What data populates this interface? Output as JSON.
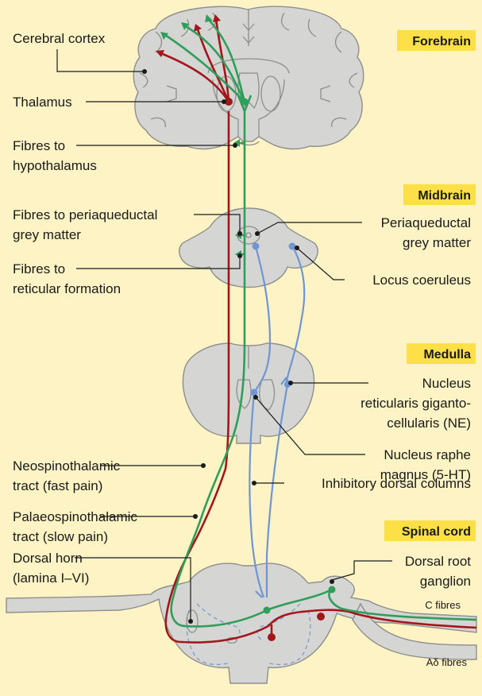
{
  "sections": {
    "forebrain": "Forebrain",
    "midbrain": "Midbrain",
    "medulla": "Medulla",
    "spinal_cord": "Spinal cord"
  },
  "labels": {
    "cerebral_cortex": "Cerebral cortex",
    "thalamus": "Thalamus",
    "fibres_hypothalamus_1": "Fibres to",
    "fibres_hypothalamus_2": "hypothalamus",
    "fibres_pag_1": "Fibres to periaqueductal",
    "fibres_pag_2": "grey matter",
    "fibres_reticular_1": "Fibres to",
    "fibres_reticular_2": "reticular formation",
    "pag_1": "Periaqueductal",
    "pag_2": "grey matter",
    "locus_coeruleus": "Locus coeruleus",
    "nrg_1": "Nucleus",
    "nrg_2": "reticularis giganto-",
    "nrg_3": "cellularis (NE)",
    "raphe_1": "Nucleus raphe",
    "raphe_2": "magnus (5-HT)",
    "inhibitory_columns": "Inhibitory dorsal columns",
    "neospinothalamic_1": "Neospinothalamic",
    "neospinothalamic_2": "tract (fast pain)",
    "palaeospinothalamic_1": "Palaeospinothalamic",
    "palaeospinothalamic_2": "tract (slow pain)",
    "dorsal_horn_1": "Dorsal horn",
    "dorsal_horn_2": "(lamina I–VI)",
    "drg_1": "Dorsal root",
    "drg_2": "ganglion",
    "c_fibres": "C fibres",
    "adelta_fibres": "Aδ fibres"
  },
  "colors": {
    "background": "#fdf3c4",
    "section_highlight": "#fde047",
    "tissue": "#d5d5d3",
    "red_tract": "#a3161b",
    "green_tract": "#2f9e5a",
    "blue_tract": "#6f96d4"
  }
}
